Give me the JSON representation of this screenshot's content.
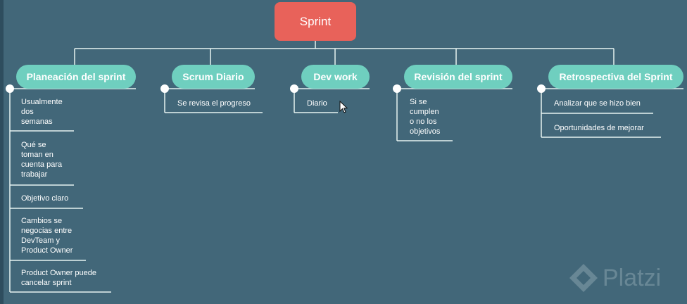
{
  "root": {
    "label": "Sprint"
  },
  "branches": [
    {
      "label": "Planeación del sprint",
      "items": [
        "Usualmente\ndos\nsemanas",
        "Qué se\ntoman en\ncuenta para\ntrabajar",
        "Objetivo claro",
        "Cambios se\nnegocias entre\nDevTeam y\nProduct Owner",
        "Product Owner puede\ncancelar sprint"
      ]
    },
    {
      "label": "Scrum Diario",
      "items": [
        "Se revisa el progreso"
      ]
    },
    {
      "label": "Dev work",
      "items": [
        "Diario"
      ]
    },
    {
      "label": "Revisión del sprint",
      "items": [
        "Si se\ncumplen\no no los\nobjetivos"
      ]
    },
    {
      "label": "Retrospectiva del Sprint",
      "items": [
        "Analizar que se hizo bien",
        "Oportunidades de mejorar"
      ]
    }
  ],
  "watermark": {
    "text": "Platzi"
  },
  "colors": {
    "background": "#426779",
    "root": "#e8625a",
    "branch": "#6fcfbf",
    "line": "#e6f4f1"
  }
}
